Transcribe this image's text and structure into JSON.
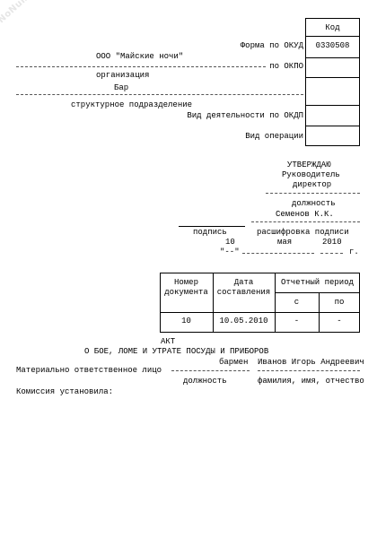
{
  "watermark": "NoNumber.ru",
  "codes": {
    "header": "Код",
    "okud_label": "Форма по ОКУД",
    "okud_value": "0330508",
    "okpo_label": "по ОКПО",
    "okdp_label": "Вид деятельности по ОКДП",
    "operation_label": "Вид операции"
  },
  "org": {
    "name": "ООО \"Майские ночи\"",
    "name_caption": "организация",
    "dept": "Бар",
    "dept_caption": "структурное подразделение"
  },
  "approve": {
    "title": "УТВЕРЖДАЮ",
    "position_line1": "Руководитель",
    "position_line2": "директор",
    "position_caption": "должность",
    "name": "Семенов К.К.",
    "signature_caption": "подпись",
    "decode_caption": "расшифровка подписи",
    "day": "10",
    "month": "мая",
    "year": "2010",
    "date_quote": "\"--\"",
    "year_suffix": "г."
  },
  "doc_table": {
    "col_number_l1": "Номер",
    "col_number_l2": "документа",
    "col_date_l1": "Дата",
    "col_date_l2": "составления",
    "col_period": "Отчетный период",
    "col_from": "с",
    "col_to": "по",
    "number": "10",
    "date": "10.05.2010",
    "from": "-",
    "to": "-"
  },
  "act": {
    "title": "АКТ",
    "subtitle": "О БОЕ, ЛОМЕ И УТРАТЕ ПОСУДЫ И ПРИБОРОВ"
  },
  "responsible": {
    "label": "Материально ответственное лицо",
    "position": "бармен",
    "name": "Иванов Игорь Андреевич",
    "position_caption": "должность",
    "name_caption": "фамилия, имя, отчество"
  },
  "commission": {
    "label": "Комиссия установила:"
  }
}
